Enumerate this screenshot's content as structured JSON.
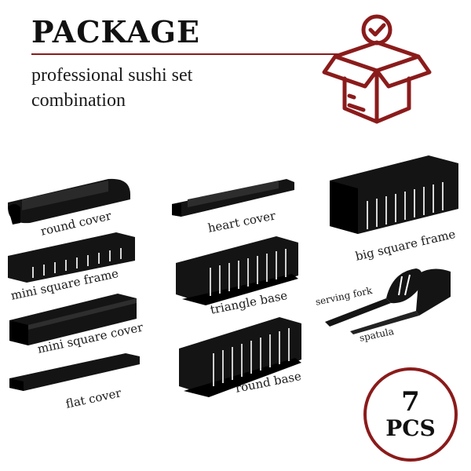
{
  "header": {
    "title": "PACKAGE",
    "subtitle_line1": "professional sushi set",
    "subtitle_line2": "combination"
  },
  "items": {
    "round_cover": "round cover",
    "heart_cover": "heart cover",
    "big_square_frame": "big square frame",
    "mini_square_frame": "mini square frame",
    "triangle_base": "triangle base",
    "mini_square_cover": "mini square cover",
    "serving_fork": "serving fork",
    "spatula": "spatula",
    "flat_cover": "flat cover",
    "round_base": "round base"
  },
  "badge": {
    "count": "7",
    "unit": "PCS"
  },
  "colors": {
    "accent": "#8b1b1b",
    "piece": "#141414"
  },
  "icons": {
    "package": "open-box-check-icon"
  }
}
